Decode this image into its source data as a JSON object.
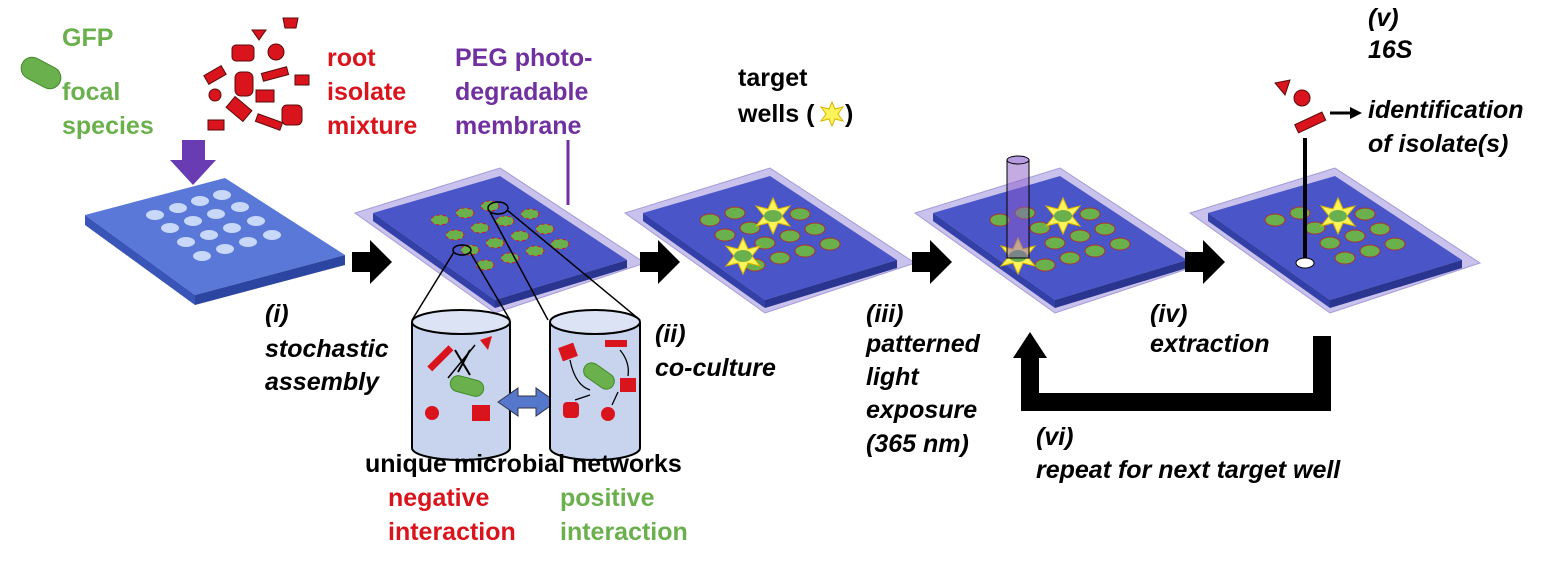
{
  "colors": {
    "green": "#6ab04c",
    "red": "#d9141c",
    "purple": "#7030a0",
    "plate": "#4a56c8",
    "membrane": "#c9c2ec",
    "black": "#000000"
  },
  "labels": {
    "gfp": [
      "GFP",
      "focal",
      "species"
    ],
    "root": [
      "root",
      "isolate",
      "mixture"
    ],
    "peg": [
      "PEG photo-",
      "degradable",
      "membrane"
    ],
    "target": [
      "target",
      "wells (",
      ")"
    ],
    "v": [
      "(v)",
      "16S",
      "identification",
      "of isolate(s)"
    ],
    "i": [
      "(i)",
      "stochastic",
      "assembly"
    ],
    "ii": [
      "(ii)",
      "co-culture"
    ],
    "iii": [
      "(iii)",
      "patterned",
      "light",
      "exposure",
      "(365 nm)"
    ],
    "iv": [
      "(iv)",
      "extraction"
    ],
    "vi": [
      "(vi)",
      "repeat for next target well"
    ],
    "networks": "unique microbial networks",
    "negative": [
      "negative",
      "interaction"
    ],
    "positive": [
      "positive",
      "interaction"
    ]
  },
  "icons": [
    "gfp-cell-icon",
    "isolate-mixture-icon",
    "sun-target-icon",
    "arrow-right-icon",
    "double-arrow-icon",
    "return-arrow-icon"
  ]
}
